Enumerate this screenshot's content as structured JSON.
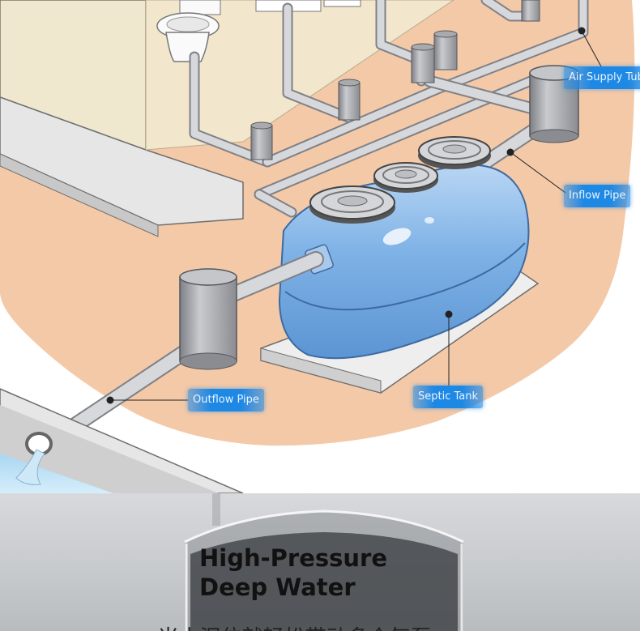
{
  "labels": {
    "air_supply_tube": "Air Supply Tube",
    "inflow_pipe": "Inflow Pipe",
    "septic_tank": "Septic Tank",
    "outflow_pipe": "Outflow Pipe"
  },
  "banner": {
    "line1": "High-Pressure",
    "line2": "Deep Water",
    "subtitle": "○米小泥位就轻松带动多个气泵"
  },
  "colors": {
    "ground": "#f4c9a8",
    "tank": "#7fb2e6",
    "pipe": "#d6d8dc",
    "label_bg": "#1e88e5"
  }
}
